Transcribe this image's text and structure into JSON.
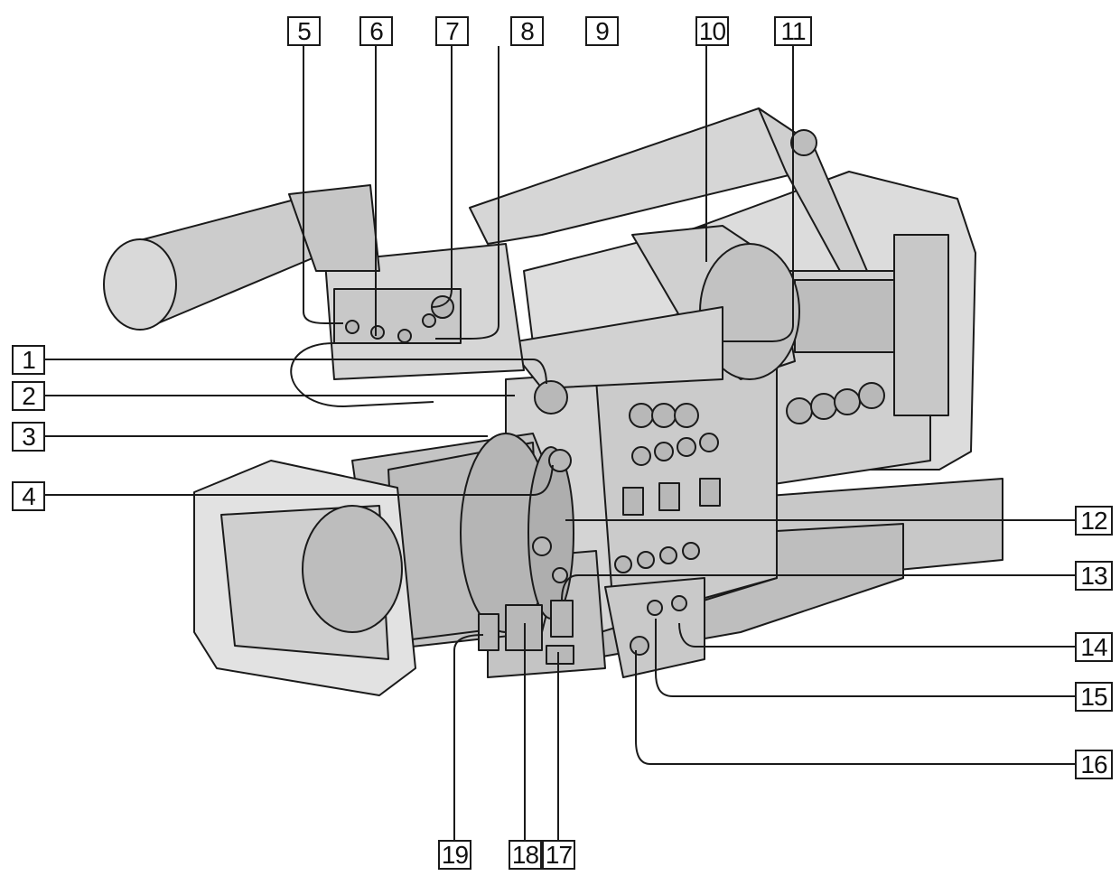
{
  "figure": {
    "subject": "camcorder-illustration",
    "colors": {
      "ink": "#1a1a1a",
      "body": "#d9d9d9",
      "dark": "#9a9a9a",
      "light": "#efefef",
      "background": "#ffffff"
    },
    "callouts": [
      {
        "label": "1"
      },
      {
        "label": "2"
      },
      {
        "label": "3"
      },
      {
        "label": "4"
      },
      {
        "label": "5"
      },
      {
        "label": "6"
      },
      {
        "label": "7"
      },
      {
        "label": "8"
      },
      {
        "label": "9"
      },
      {
        "label": "10"
      },
      {
        "label": "11"
      },
      {
        "label": "12"
      },
      {
        "label": "13"
      },
      {
        "label": "14"
      },
      {
        "label": "15"
      },
      {
        "label": "16"
      },
      {
        "label": "17"
      },
      {
        "label": "18"
      },
      {
        "label": "19"
      }
    ]
  }
}
